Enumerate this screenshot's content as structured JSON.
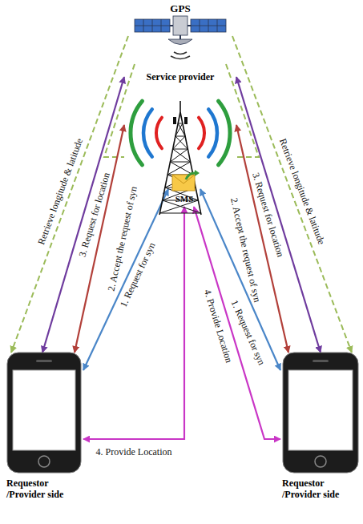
{
  "diagram": {
    "nodes": [
      {
        "text": [
          "GPS"
        ]
      },
      {
        "text": [
          "Service provider"
        ]
      },
      {
        "text": [
          "SMS"
        ],
        "in": 1
      },
      {
        "text": [
          "Requestor /Provider side"
        ]
      },
      {
        "text": [
          "Requestor /Provider side"
        ]
      }
    ],
    "edges": [
      {
        "from": 0,
        "to": 3,
        "arrow": "to",
        "label": "Retrieve longitude & latitude"
      },
      {
        "from": 0,
        "to": 4,
        "arrow": "to",
        "label": "Retrieve longitude & latitude"
      },
      {
        "from": 0,
        "to": 1,
        "arrow": "none"
      },
      {
        "from": 0,
        "to": 1,
        "arrow": "none"
      },
      {
        "from": 3,
        "to": 1,
        "arrow": "both",
        "label": "3. Request for location"
      },
      {
        "from": 3,
        "to": 1,
        "arrow": "both",
        "label": "2. Accept the request of syn"
      },
      {
        "from": 3,
        "to": 2,
        "arrow": "both",
        "label": "1. Request for syn"
      },
      {
        "from": 3,
        "to": 2,
        "arrow": "both",
        "label": "4. Provide Location"
      },
      {
        "from": 4,
        "to": 1,
        "arrow": "both",
        "label": "3. Request for location"
      },
      {
        "from": 4,
        "to": 1,
        "arrow": "both",
        "label": "2. Accept the request of syn"
      },
      {
        "from": 4,
        "to": 2,
        "arrow": "both",
        "label": "1. Request for syn"
      },
      {
        "from": 4,
        "to": 2,
        "arrow": "both",
        "label": "4. Provide Location"
      }
    ]
  }
}
